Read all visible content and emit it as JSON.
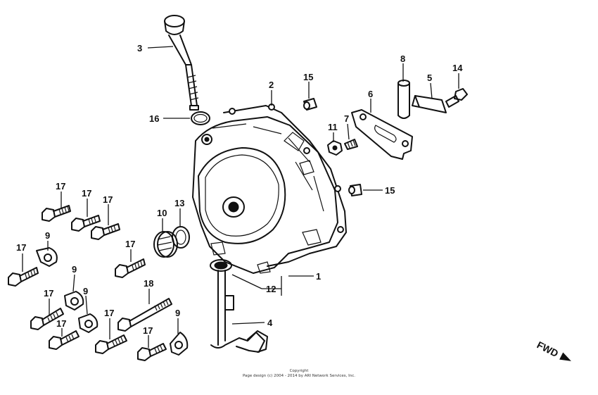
{
  "callouts": {
    "c1": "1",
    "c2": "2",
    "c3": "3",
    "c4": "4",
    "c5": "5",
    "c6": "6",
    "c7": "7",
    "c8": "8",
    "c9": "9",
    "c10": "10",
    "c11": "11",
    "c12": "12",
    "c13": "13",
    "c14": "14",
    "c15": "15",
    "c16": "16",
    "c17": "17",
    "c18": "18"
  },
  "fwd_label": "FWD",
  "copyright": {
    "line1": "Copyright",
    "line2": "Page design (c) 2004 - 2014 by ARI Network Services, Inc."
  }
}
